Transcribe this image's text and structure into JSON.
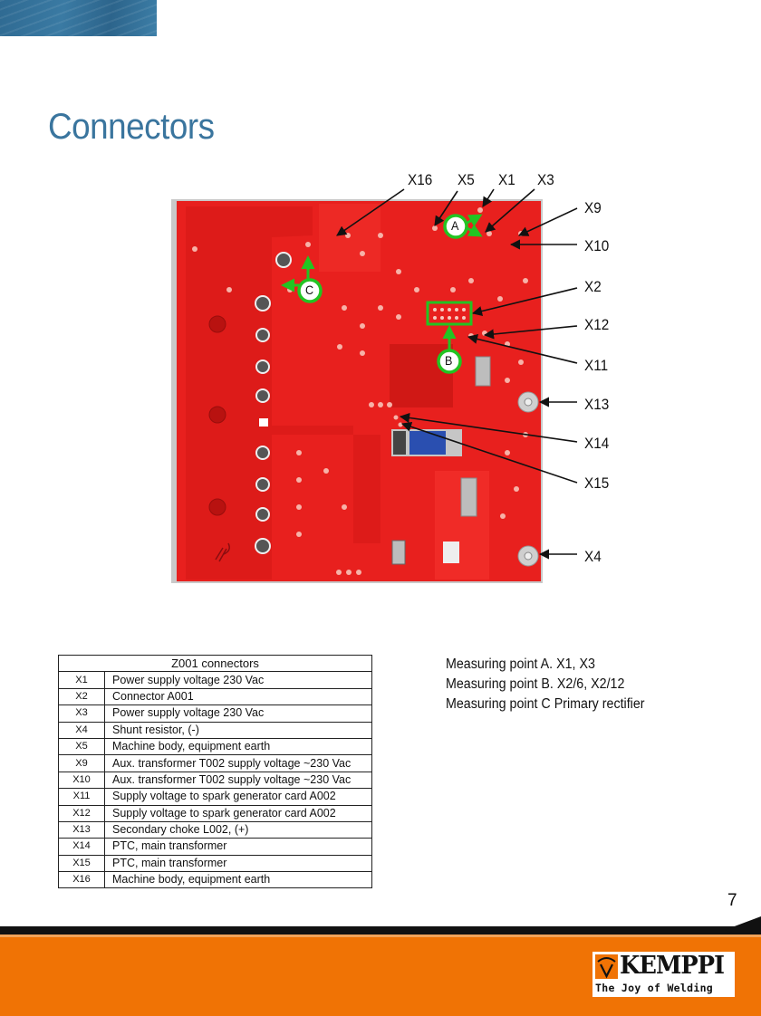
{
  "page": {
    "title": "Connectors",
    "page_number": "7"
  },
  "diagram": {
    "labels": [
      "X16",
      "X5",
      "X1",
      "X3",
      "X9",
      "X10",
      "X2",
      "X12",
      "X11",
      "X13",
      "X14",
      "X15",
      "X4"
    ],
    "markers": [
      "A",
      "B",
      "C"
    ],
    "colors": {
      "board": "#e8201e",
      "marker": "#22c422",
      "pointer": "#111111"
    }
  },
  "table": {
    "title": "Z001 connectors",
    "rows": [
      {
        "code": "X1",
        "desc": "Power supply voltage  230 Vac"
      },
      {
        "code": "X2",
        "desc": "Connector A001"
      },
      {
        "code": "X3",
        "desc": "Power supply voltage  230 Vac"
      },
      {
        "code": "X4",
        "desc": "Shunt resistor, (-)"
      },
      {
        "code": "X5",
        "desc": "Machine body, equipment earth"
      },
      {
        "code": "X9",
        "desc": "Aux. transformer T002 supply voltage ~230 Vac"
      },
      {
        "code": "X10",
        "desc": "Aux. transformer T002 supply voltage ~230 Vac"
      },
      {
        "code": "X11",
        "desc": "Supply voltage to spark generator card A002"
      },
      {
        "code": "X12",
        "desc": "Supply voltage to spark generator card A002"
      },
      {
        "code": "X13",
        "desc": "Secondary choke L002, (+)"
      },
      {
        "code": "X14",
        "desc": "PTC, main transformer"
      },
      {
        "code": "X15",
        "desc": "PTC, main transformer"
      },
      {
        "code": "X16",
        "desc": "Machine body, equipment earth"
      }
    ]
  },
  "measuring_points": [
    {
      "label": "Measuring point A.",
      "value": "X1, X3"
    },
    {
      "label": "Measuring point B.",
      "value": "X2/6, X2/12"
    },
    {
      "label": "Measuring point C",
      "value": "Primary rectifier"
    }
  ],
  "footer": {
    "brand": "KEMPPI",
    "tagline": "The Joy of Welding",
    "brand_color": "#f07305"
  }
}
